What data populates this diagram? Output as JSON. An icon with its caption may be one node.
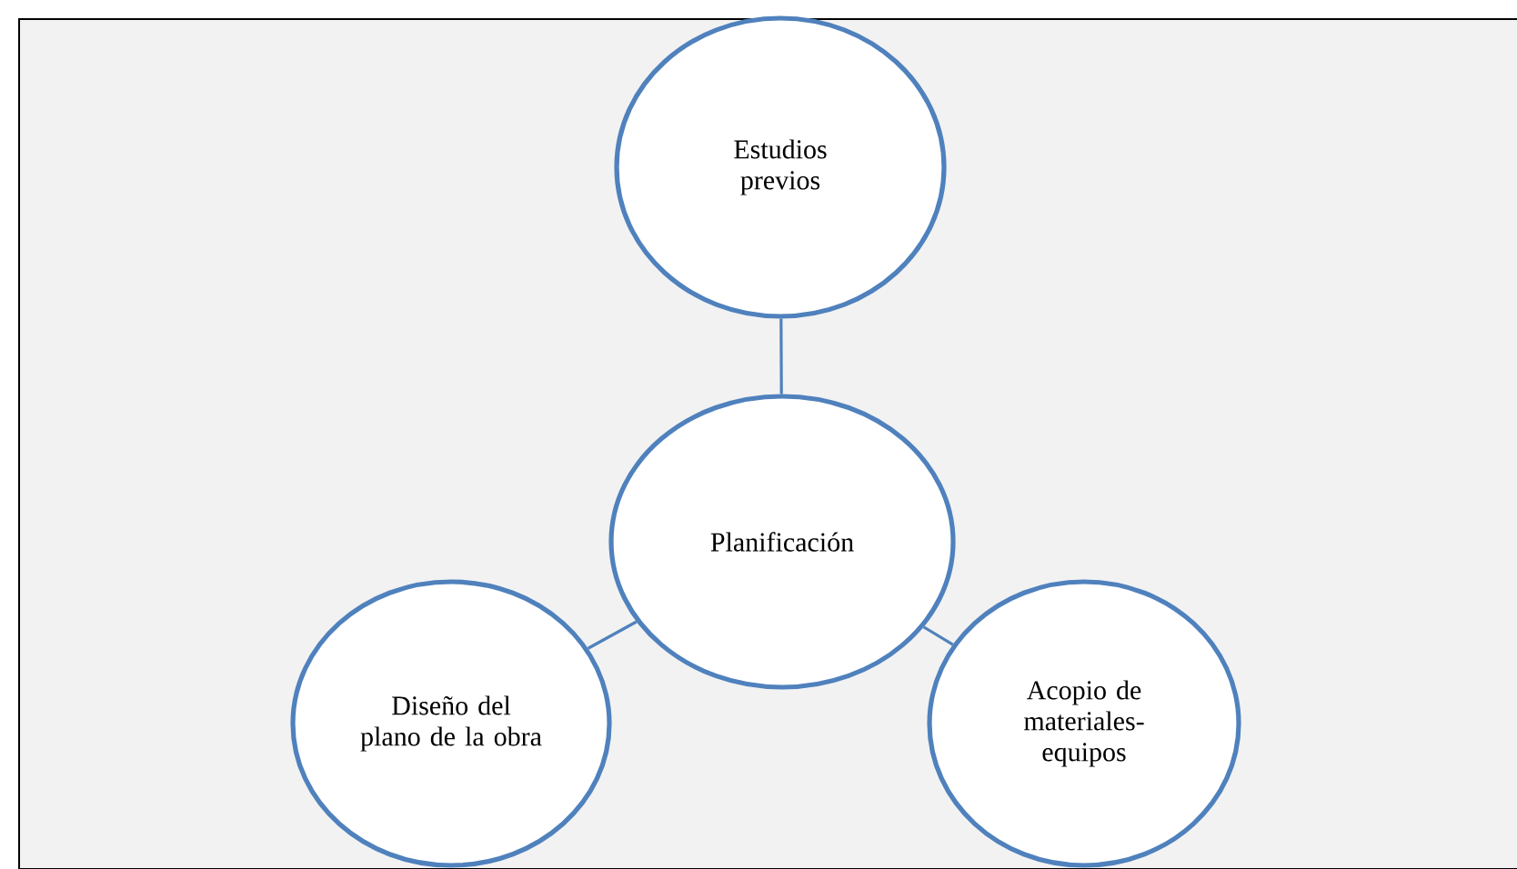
{
  "diagram": {
    "nodes": [
      {
        "text": [
          "Estudios previos"
        ]
      },
      {
        "text": [
          "Planificación"
        ]
      },
      {
        "text": [
          "Diseño del plano de la obra"
        ]
      },
      {
        "text": [
          "Acopio de materiales- equipos"
        ]
      }
    ],
    "edges": [
      {
        "from": 1,
        "to": 0,
        "arrow": "none"
      },
      {
        "from": 1,
        "to": 2,
        "arrow": "none"
      },
      {
        "from": 1,
        "to": 3,
        "arrow": "none"
      }
    ]
  }
}
